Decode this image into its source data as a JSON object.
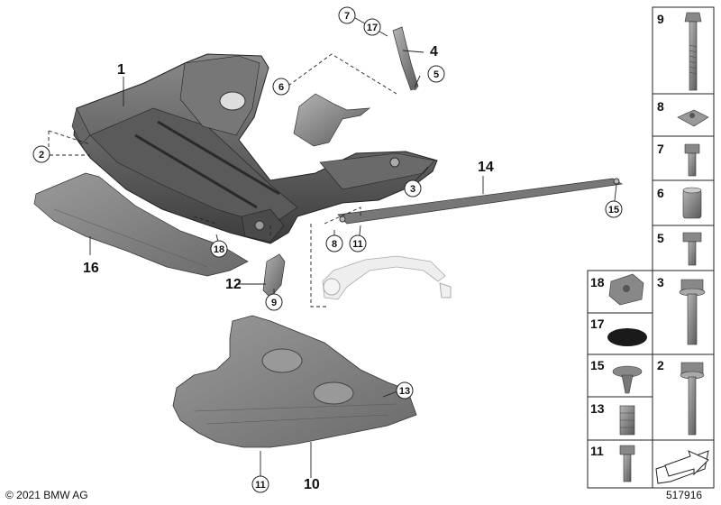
{
  "diagram": {
    "copyright": "© 2021 BMW AG",
    "figure_number": "517916",
    "callouts": {
      "c1": "1",
      "c2": "2",
      "c3": "3",
      "c4": "4",
      "c5": "5",
      "c6": "6",
      "c7": "7",
      "c8": "8",
      "c9": "9",
      "c10": "10",
      "c11a": "11",
      "c11b": "11",
      "c12": "12",
      "c13": "13",
      "c14": "14",
      "c15": "15",
      "c16": "16",
      "c17": "17",
      "c18": "18"
    },
    "parts_panel": [
      {
        "id": "9"
      },
      {
        "id": "8"
      },
      {
        "id": "7"
      },
      {
        "id": "6"
      },
      {
        "id": "5"
      },
      {
        "id": "18"
      },
      {
        "id": "3"
      },
      {
        "id": "17"
      },
      {
        "id": "15"
      },
      {
        "id": "2"
      },
      {
        "id": "13"
      },
      {
        "id": "11"
      }
    ]
  }
}
